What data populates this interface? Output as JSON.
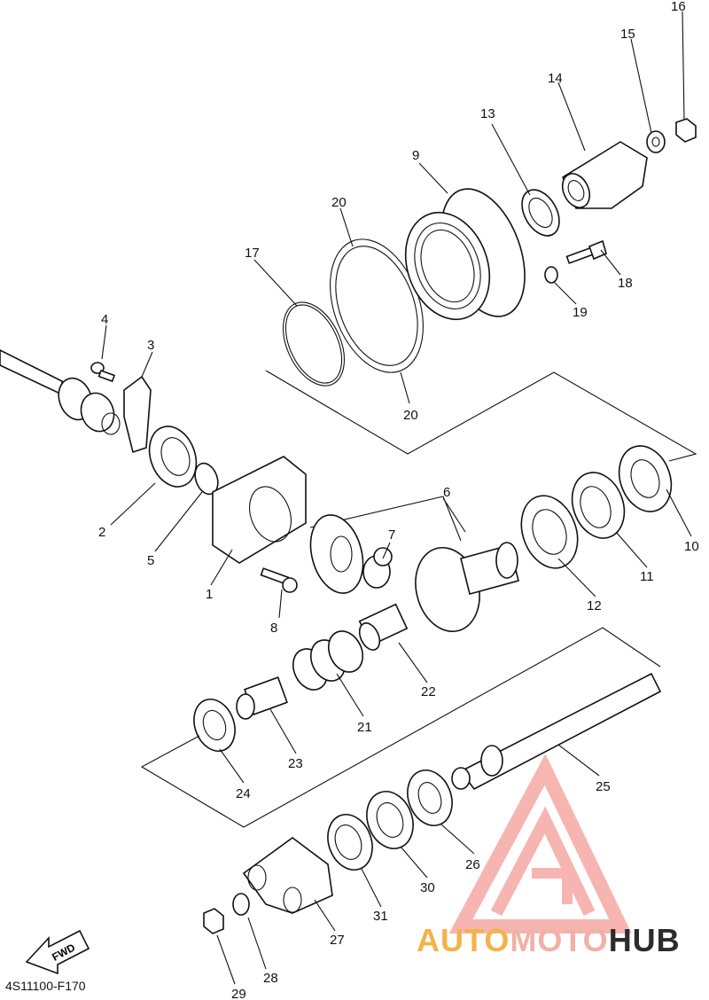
{
  "diagram_code": "4S11100-F170",
  "fwd_label": "FWD",
  "watermark": {
    "part1": "AUTO",
    "part2": "MOTO",
    "part3": "HUB",
    "color1": "#f3b24a",
    "color2": "#f2b0a6",
    "color3": "#2c2c2c",
    "logo_color": "#f07a72"
  },
  "callouts": [
    "1",
    "2",
    "3",
    "4",
    "5",
    "6",
    "7",
    "8",
    "9",
    "10",
    "11",
    "12",
    "13",
    "14",
    "15",
    "16",
    "17",
    "18",
    "19",
    "20",
    "20",
    "21",
    "22",
    "23",
    "24",
    "25",
    "26",
    "27",
    "28",
    "29",
    "30",
    "31"
  ]
}
